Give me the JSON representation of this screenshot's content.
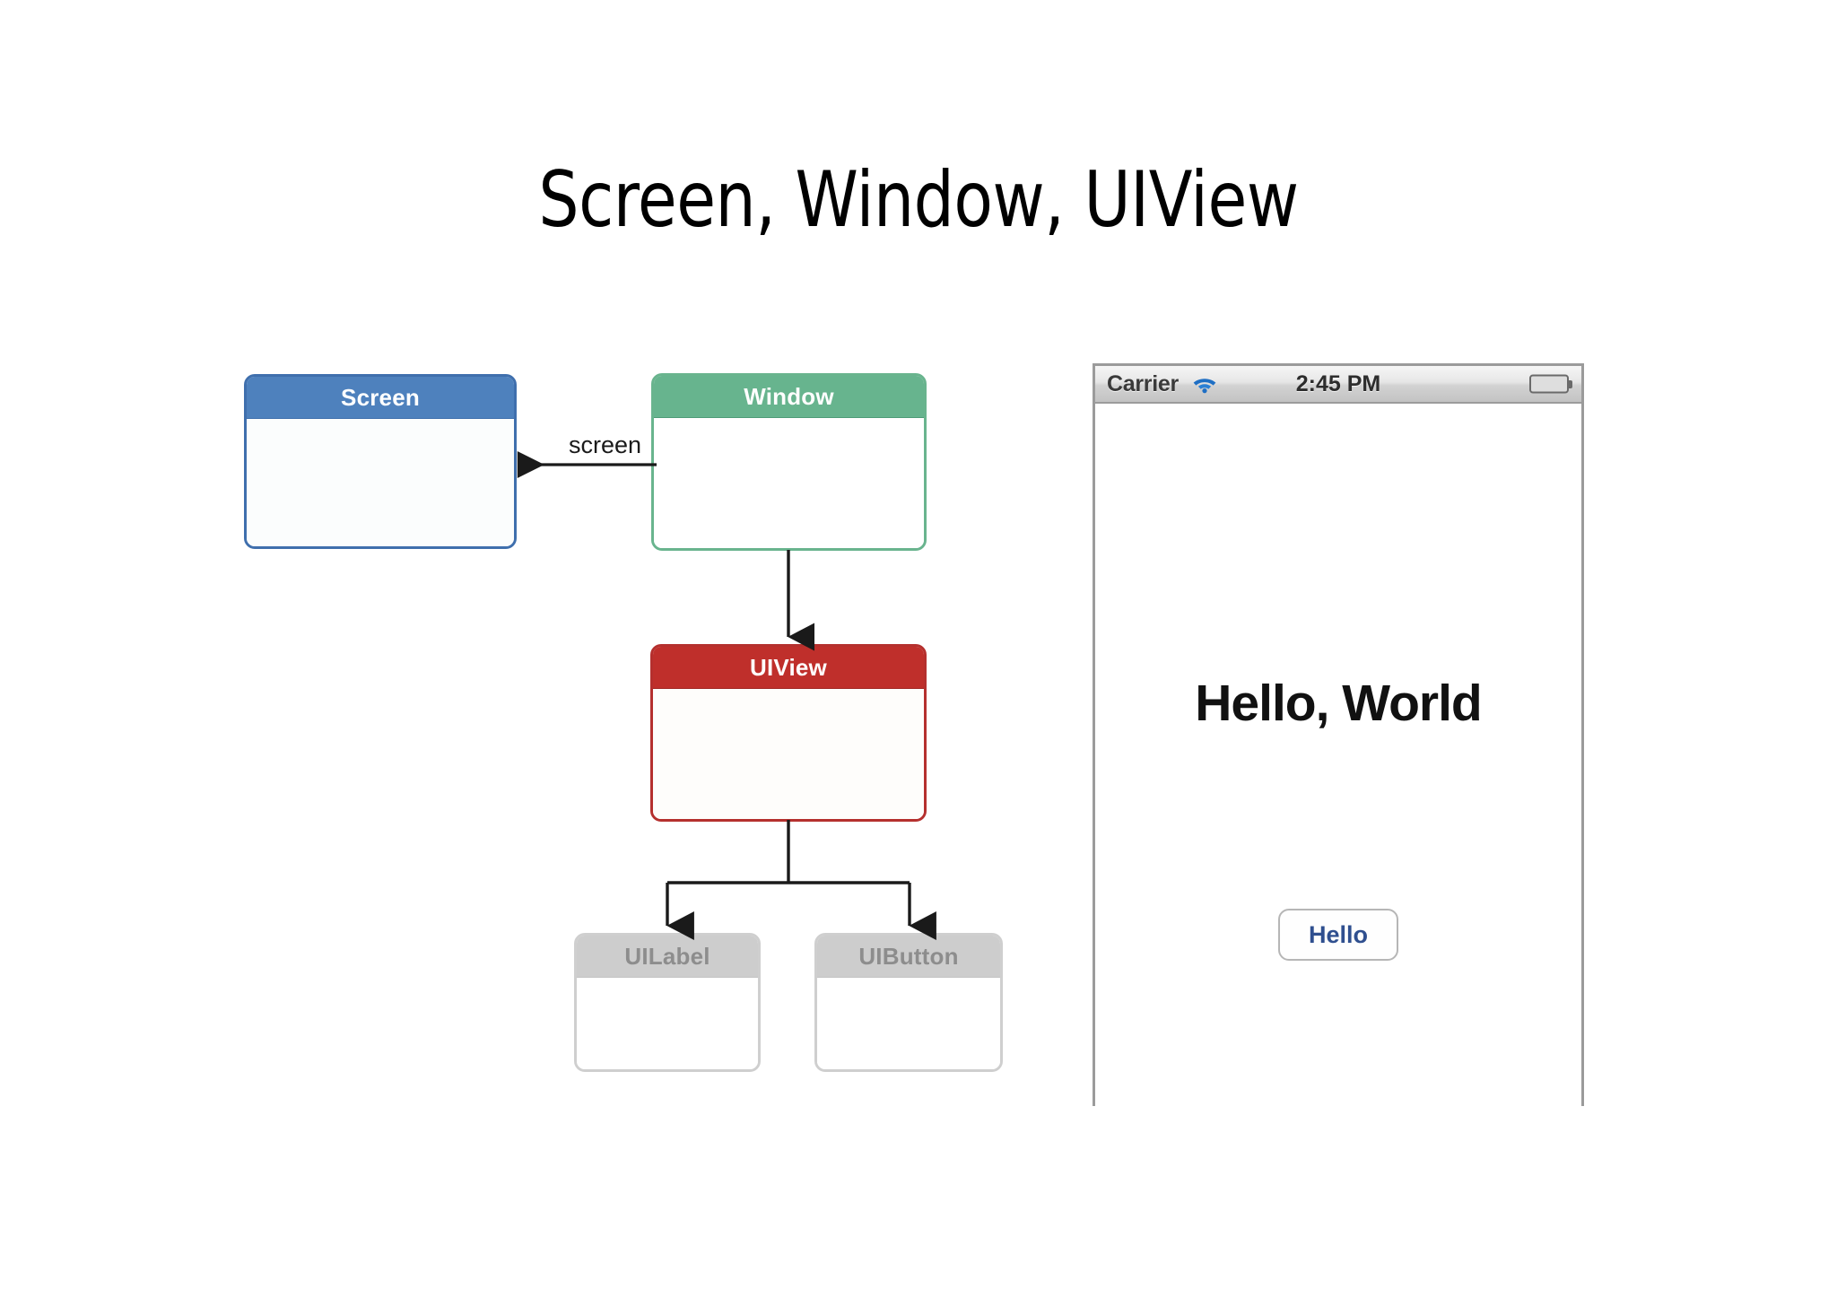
{
  "slide": {
    "title": "Screen, Window, UIView"
  },
  "diagram": {
    "nodes": [
      {
        "id": "screen",
        "label": "Screen",
        "header_color": "#4e81bd",
        "border_color": "#3f6fad"
      },
      {
        "id": "window",
        "label": "Window",
        "header_color": "#67b48e",
        "border_color": "#69b48e"
      },
      {
        "id": "uiview",
        "label": "UIView",
        "header_color": "#bf2f2b",
        "border_color": "#b5302e"
      },
      {
        "id": "uilabel",
        "label": "UILabel",
        "header_color": "#cdcdcd",
        "border_color": "#cfcfcf"
      },
      {
        "id": "uibutton",
        "label": "UIButton",
        "header_color": "#cdcdcd",
        "border_color": "#cfcfcf"
      }
    ],
    "edges": [
      {
        "from": "window",
        "to": "screen",
        "label": "screen",
        "direction": "left"
      },
      {
        "from": "window",
        "to": "uiview",
        "label": "",
        "direction": "down"
      },
      {
        "from": "uiview",
        "to": "uilabel",
        "label": "",
        "direction": "down"
      },
      {
        "from": "uiview",
        "to": "uibutton",
        "label": "",
        "direction": "down"
      }
    ]
  },
  "phone": {
    "status_bar": {
      "carrier": "Carrier",
      "time": "2:45 PM",
      "wifi_icon": "wifi-icon",
      "battery_icon": "battery-icon",
      "battery_color": "#5fc612",
      "wifi_color": "#1f6fc4"
    },
    "content": {
      "label_text": "Hello, World",
      "button_label": "Hello",
      "button_text_color": "#2f4f8f"
    }
  }
}
